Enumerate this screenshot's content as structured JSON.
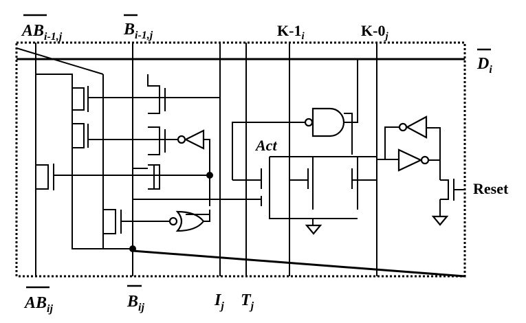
{
  "labels": {
    "ab_prev": {
      "base": "AB",
      "sub": "i-1,j"
    },
    "b_prev": {
      "base": "B",
      "sub": "i-1,j"
    },
    "k1": {
      "base": "K-1",
      "sub": "i"
    },
    "k0": {
      "base": "K-0",
      "sub": "j"
    },
    "d": {
      "base": "D",
      "sub": "i"
    },
    "act": "Act",
    "reset": "Reset",
    "ab": {
      "base": "AB",
      "sub": "ij"
    },
    "b": {
      "base": "B",
      "sub": "ij"
    },
    "i": {
      "base": "I",
      "sub": "j"
    },
    "t": {
      "base": "T",
      "sub": "j"
    }
  }
}
